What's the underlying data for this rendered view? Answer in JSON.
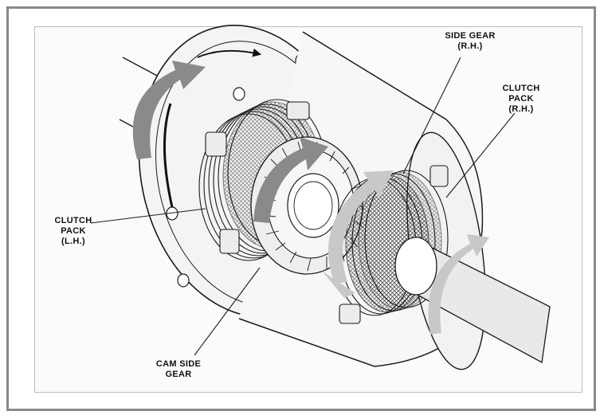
{
  "labels": {
    "side_gear_rh": [
      "SIDE GEAR",
      "(R.H.)"
    ],
    "clutch_pack_rh": [
      "CLUTCH",
      "PACK",
      "(R.H.)"
    ],
    "clutch_pack_lh": [
      "CLUTCH",
      "PACK",
      "(L.H.)"
    ],
    "cam_side_gear": [
      "CAM SIDE",
      "GEAR"
    ]
  },
  "colors": {
    "arrow_dark": "#7a7a7a",
    "arrow_light": "#c8c8c8",
    "line": "#1a1a1a",
    "frame": "#8a8a8a"
  }
}
